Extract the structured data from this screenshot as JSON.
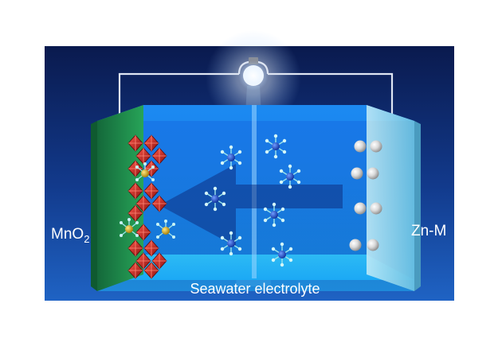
{
  "labels": {
    "cathode": "MnO",
    "cathode_sub": "2",
    "anode": "Zn-M",
    "electrolyte": "Seawater electrolyte"
  },
  "icons": [
    "light-bulb-icon",
    "circuit-wire",
    "arrow-icon",
    "ion-cluster-icon",
    "mno2-octahedron-icon",
    "zinc-sphere-icon"
  ],
  "colors": {
    "background_top": "#0a1a4e",
    "background_bottom": "#1f63c4",
    "cathode_plate": "#1f8c4a",
    "anode_plate": "#7fd0e8",
    "electrolyte": "#19a0f5",
    "octahedron": "#c01f1f",
    "ion_core": "#1a4fc7",
    "ion_ligand": "#9be3ea",
    "zn_sphere": "#e6e6e6",
    "label_text": "#ffffff"
  }
}
